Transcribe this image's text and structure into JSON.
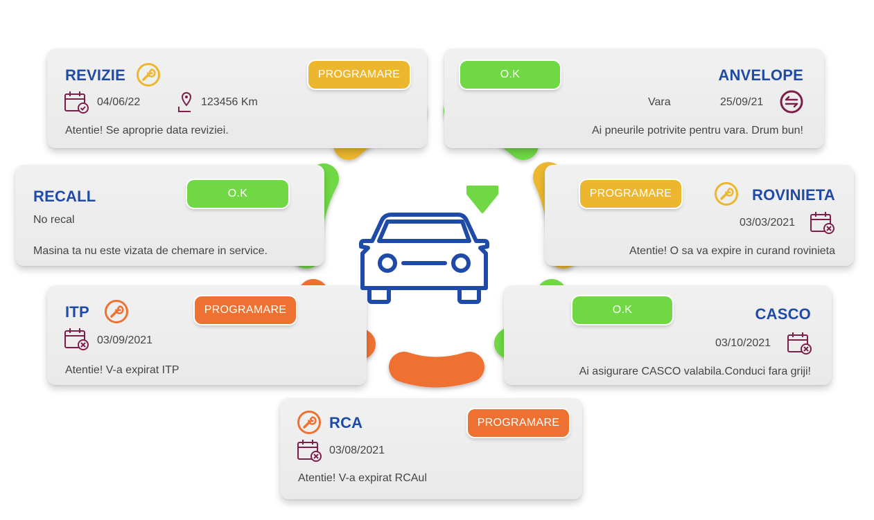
{
  "colors": {
    "title_blue": "#1f4aa8",
    "yellow": "#ecb72f",
    "green": "#6fd844",
    "orange": "#ee7131",
    "icon_purple": "#7b1f4a"
  },
  "revizie": {
    "title": "REVIZIE",
    "button": "PROGRAMARE",
    "date": "04/06/22",
    "km": "123456 Km",
    "message": "Atentie! Se aproprie data reviziei."
  },
  "anvelope": {
    "title": "ANVELOPE",
    "button": "O.K",
    "season": "Vara",
    "date": "25/09/21",
    "message": "Ai pneurile potrivite pentru vara. Drum bun!"
  },
  "recall": {
    "title": "RECALL",
    "button": "O.K",
    "status": "No recal",
    "message": "Masina ta nu este vizata de chemare in service."
  },
  "rovinieta": {
    "title": "ROVINIETA",
    "button": "PROGRAMARE",
    "date": "03/03/2021",
    "message": "Atentie! O sa va expire in curand rovinieta"
  },
  "itp": {
    "title": "ITP",
    "button": "PROGRAMARE",
    "date": "03/09/2021",
    "message": "Atentie! V-a expirat ITP"
  },
  "casco": {
    "title": "CASCO",
    "button": "O.K",
    "date": "03/10/2021",
    "message": "Ai asigurare CASCO valabila.Conduci fara griji!"
  },
  "rca": {
    "title": "RCA",
    "button": "PROGRAMARE",
    "date": "03/08/2021",
    "message": "Atentie! V-a expirat RCAul"
  },
  "icons": {
    "calendar_ok": "calendar-check-icon",
    "calendar_expired": "calendar-x-icon",
    "location": "location-pin-icon",
    "wrench": "wrench-icon",
    "swap": "swap-arrows-icon",
    "car": "car-icon",
    "status_marker": "heart-marker-icon"
  }
}
